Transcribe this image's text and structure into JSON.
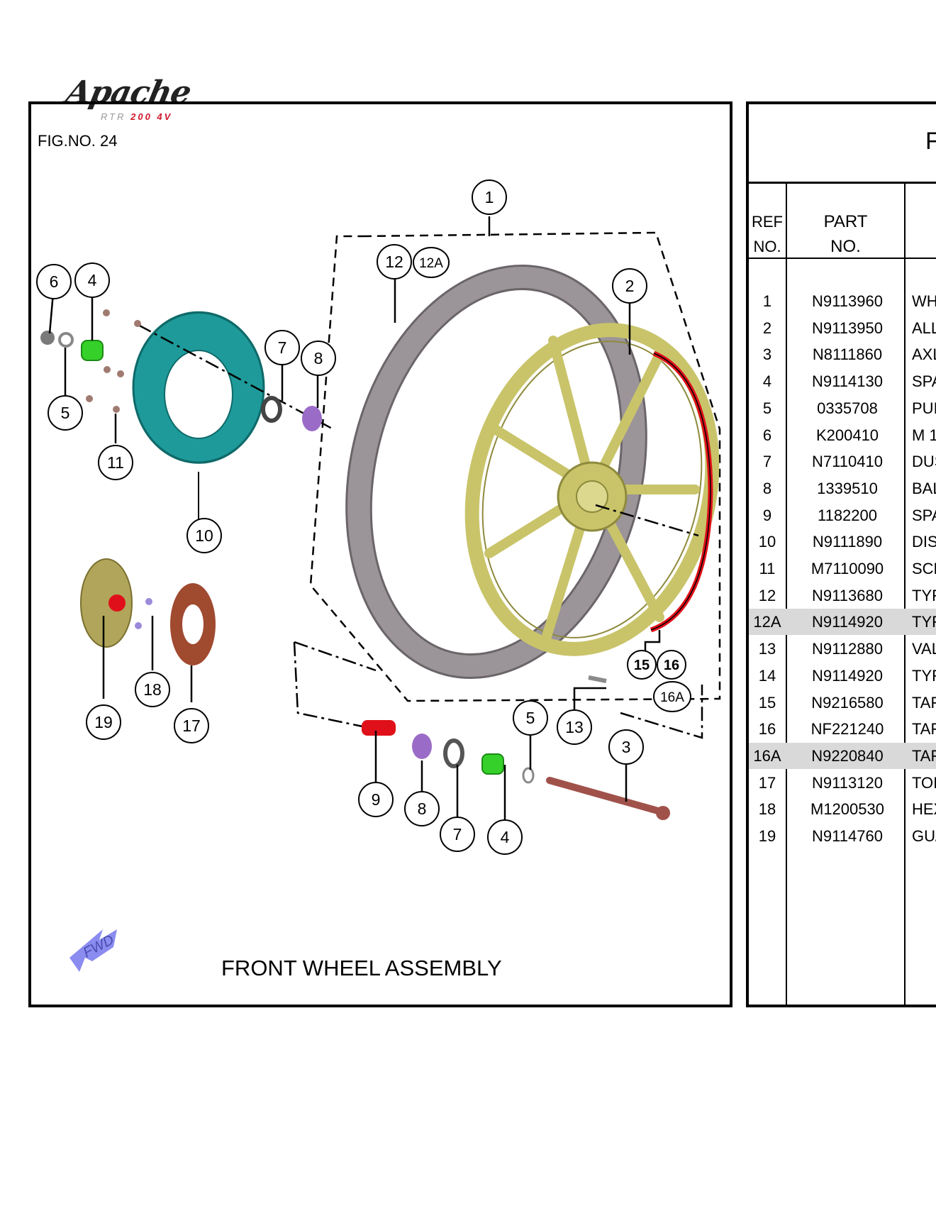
{
  "logo": {
    "brand": "Apache",
    "model_left": "RTR",
    "model_right": "200 4V"
  },
  "figure": {
    "number_label": "FIG.NO. 24",
    "title": "FRONT WHEEL ASSEMBLY",
    "fwd_label": "FWD"
  },
  "table": {
    "header_partial": "F",
    "columns": {
      "ref_line1": "REF",
      "ref_line2": "NO.",
      "part_line1": "PART",
      "part_line2": "NO."
    },
    "rows": [
      {
        "ref": "1",
        "part": "N9113960",
        "desc": "WH"
      },
      {
        "ref": "2",
        "part": "N9113950",
        "desc": "ALL"
      },
      {
        "ref": "3",
        "part": "N8111860",
        "desc": "AXL"
      },
      {
        "ref": "4",
        "part": "N9114130",
        "desc": "SPA"
      },
      {
        "ref": "5",
        "part": "0335708",
        "desc": "PUI"
      },
      {
        "ref": "6",
        "part": "K200410",
        "desc": "M 1"
      },
      {
        "ref": "7",
        "part": "N7110410",
        "desc": "DUS"
      },
      {
        "ref": "8",
        "part": "1339510",
        "desc": "BAL"
      },
      {
        "ref": "9",
        "part": "1182200",
        "desc": "SPA"
      },
      {
        "ref": "10",
        "part": "N9111890",
        "desc": "DIS"
      },
      {
        "ref": "11",
        "part": "M7110090",
        "desc": "SCF"
      },
      {
        "ref": "12",
        "part": "N9113680",
        "desc": "TYF"
      },
      {
        "ref": "12A",
        "part": "N9114920",
        "desc": "TYF",
        "highlight": true
      },
      {
        "ref": "13",
        "part": "N9112880",
        "desc": "VAL"
      },
      {
        "ref": "14",
        "part": "N9114920",
        "desc": "TYF"
      },
      {
        "ref": "15",
        "part": "N9216580",
        "desc": "TAF"
      },
      {
        "ref": "16",
        "part": "NF221240",
        "desc": "TAF"
      },
      {
        "ref": "16A",
        "part": "N9220840",
        "desc": "TAF",
        "highlight": true
      },
      {
        "ref": "17",
        "part": "N9113120",
        "desc": "TOI"
      },
      {
        "ref": "18",
        "part": "M1200530",
        "desc": "HEX"
      },
      {
        "ref": "19",
        "part": "N9114760",
        "desc": "GU/"
      }
    ]
  },
  "callouts": [
    "1",
    "2",
    "3",
    "4",
    "5",
    "6",
    "7",
    "8",
    "9",
    "10",
    "11",
    "12",
    "12A",
    "13",
    "15",
    "16",
    "16A",
    "17",
    "18",
    "19"
  ],
  "colors": {
    "disc": "#1f9a9a",
    "tyre": "#9b9498",
    "rim": "#c9c46a",
    "spacer": "#35d12a",
    "bearing": "#9b6cc7",
    "red": "#e0101a",
    "axle": "#a0524a",
    "tonering": "#a04a30",
    "fwd_arrow": "#8a8cf0"
  }
}
